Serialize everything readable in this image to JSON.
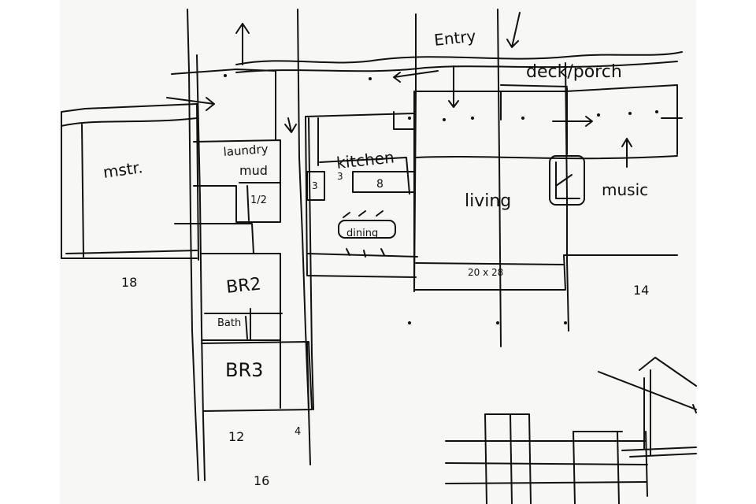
{
  "rooms": {
    "entry": "Entry",
    "deck_porch": "deck/porch",
    "master": "mstr.",
    "laundry": "laundry",
    "mud": "mud",
    "half_bath": "1/2",
    "kitchen": "kitchen",
    "dining": "dining",
    "living": "living",
    "music": "music",
    "br2": "BR2",
    "bath": "Bath",
    "br3": "BR3"
  },
  "dimensions": {
    "master_width": "18",
    "living_size": "20 x 28",
    "music_width": "14",
    "br_width": "12",
    "closet_width": "4",
    "wing_width": "16",
    "kitchen_island": "8",
    "stair_mark": "3",
    "pantry_mark": "3"
  },
  "ink_color": "#111111",
  "paper_color": "#f7f7f5"
}
